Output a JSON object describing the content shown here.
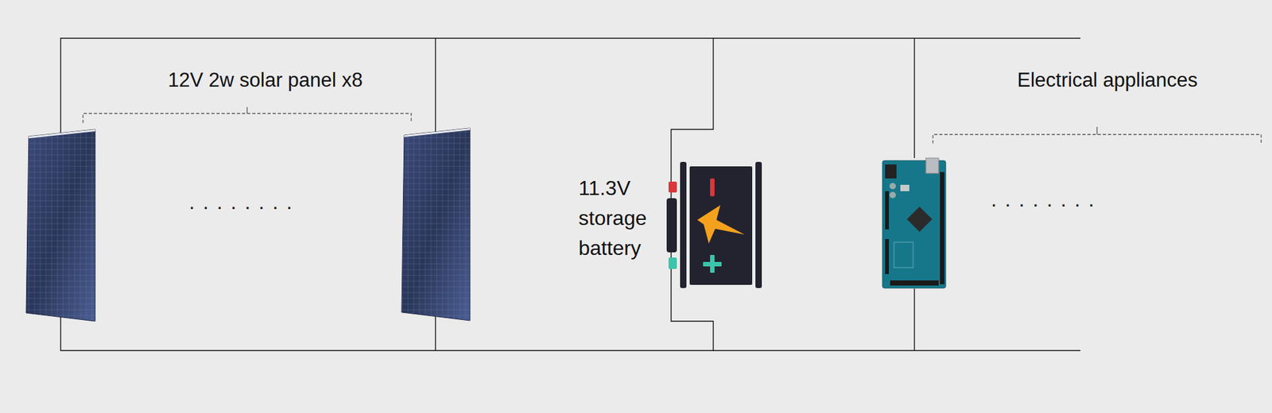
{
  "diagram": {
    "labels": [
      "12V 2w solar panel x8",
      ". . . . . . . .",
      "11.3V storage battery",
      "Electrical appliances",
      ". . . . . . . ."
    ]
  }
}
